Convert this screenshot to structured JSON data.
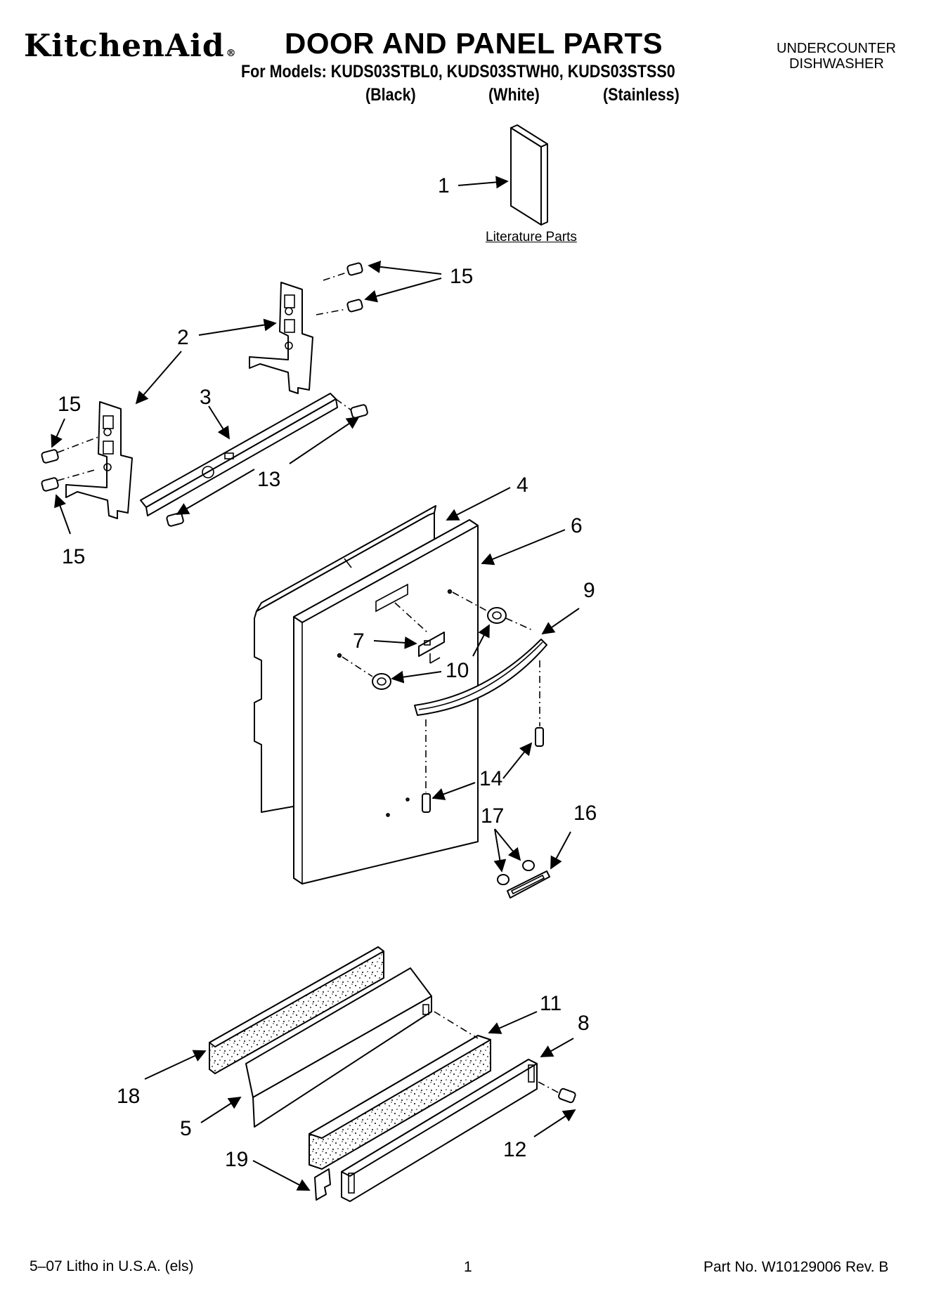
{
  "header": {
    "brand": "KitchenAid",
    "brand_mark": "®",
    "title": "DOOR AND PANEL PARTS",
    "models_line": "For Models: KUDS03STBL0, KUDS03STWH0, KUDS03STSS0",
    "variants": [
      "(Black)",
      "(White)",
      "(Stainless)"
    ],
    "appliance_line1": "UNDERCOUNTER",
    "appliance_line2": "DISHWASHER"
  },
  "diagram": {
    "literature_label": "Literature Parts",
    "callouts": {
      "c1": "1",
      "c2a": "2",
      "c3": "3",
      "c4": "4",
      "c5": "5",
      "c6": "6",
      "c7": "7",
      "c8": "8",
      "c9": "9",
      "c10": "10",
      "c11": "11",
      "c12": "12",
      "c13": "13",
      "c14": "14",
      "c15a": "15",
      "c15b": "15",
      "c15c": "15",
      "c16": "16",
      "c17": "17",
      "c18": "18",
      "c19": "19"
    }
  },
  "footer": {
    "litho": "5–07 Litho in U.S.A. (els)",
    "page": "1",
    "part_no": "Part No. W10129006 Rev. B"
  }
}
